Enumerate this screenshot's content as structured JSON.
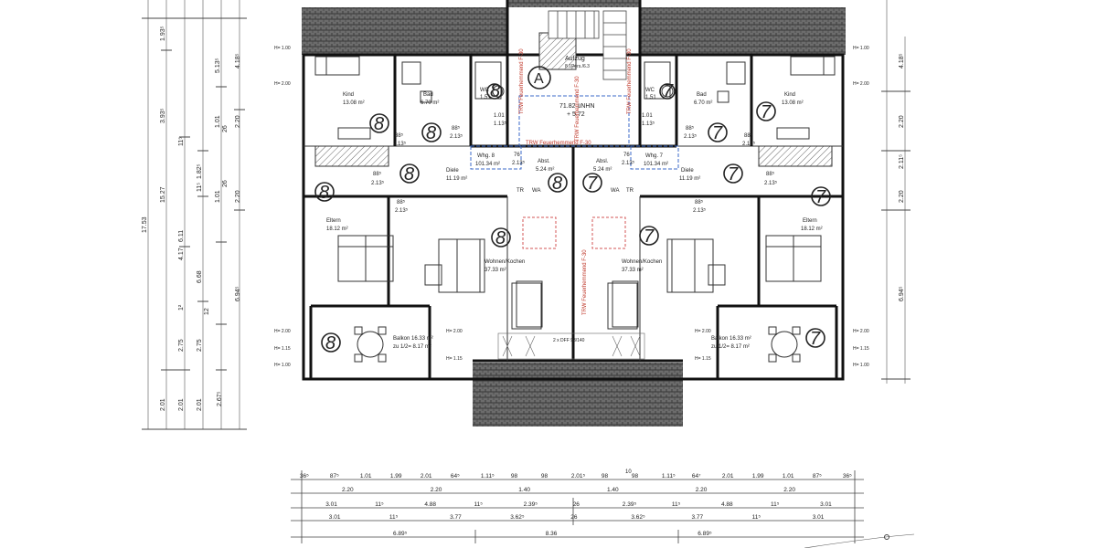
{
  "left_dims": {
    "col1": [
      "1.93⁵",
      "3.93⁵",
      "15.27",
      "6.11",
      "17.53",
      "2.01"
    ],
    "col2": [
      "11⁵",
      "11⁵",
      "1.82⁵",
      "4.17",
      "1²",
      "2.75",
      "2.01"
    ],
    "col3": [
      "5.13⁵",
      "1.01",
      "1.01",
      "6.68",
      "2.75",
      "2.01"
    ],
    "col4": [
      "4.18⁵",
      "26",
      "2.20",
      "26",
      "2.20",
      "12",
      "2.67⁵"
    ]
  },
  "level_marks": {
    "l1": "H= 1.00",
    "l2": "H= 2.00",
    "l3": "H= 2.00",
    "l4": "H= 1.15",
    "l5": "H= 1.00"
  },
  "rooms": {
    "left": {
      "kind_name": "Kind",
      "kind_area": "13.08 m²",
      "bad_name": "Bad",
      "bad_area": "6.70 m²",
      "diele_name": "Diele",
      "diele_area": "11.19 m²",
      "abstell_name": "Abst.",
      "abstell_area": "5.24 m²",
      "eltern_name": "Eltern",
      "eltern_area": "18.12 m²",
      "wohnen_name": "Wohnen/Kochen",
      "wohnen_area": "37.33 m²",
      "balkon_name": "Balkon 16.33 m²",
      "balkon_half": "zu 1/2= 8.17 m²",
      "whg_name": "Whg. 8",
      "whg_area": "101.34 m²",
      "wc": "WC",
      "wc_area": "1.51"
    },
    "right": {
      "kind_name": "Kind",
      "kind_area": "13.08 m²",
      "bad_name": "Bad",
      "bad_area": "6.70 m²",
      "diele_name": "Diele",
      "diele_area": "11.19 m²",
      "abstell_name": "Absl.",
      "abstell_area": "5.24 m²",
      "eltern_name": "Eltern",
      "eltern_area": "18.12 m²",
      "wohnen_name": "Wohnen/Kochen",
      "wohnen_area": "37.33 m²",
      "balkon_name": "Balkon 16.33 m²",
      "balkon_half": "zu 1/2= 8.17 m²",
      "whg_name": "Whg. 7",
      "whg_area": "101.34 m²",
      "wc": "WC",
      "wc_area": "1.51"
    }
  },
  "core": {
    "aufzug": "Aufzug",
    "aufzug_sub": "8.1Pers./6.3",
    "stair_label": "A",
    "height1": "71.82 üNHN",
    "height2": "+ 5.72",
    "fire_wall": "TRW Feuerhemmend F-30",
    "tr": "TR",
    "wa": "WA"
  },
  "door_dims": {
    "d1": "88⁵",
    "d2": "2.13⁵",
    "d3": "76",
    "d4": "1.01",
    "d5": "1.13⁵"
  },
  "unit_numbers": {
    "left": "8",
    "right": "7"
  },
  "bottom_dims": {
    "row1": [
      "36⁵",
      "87⁵",
      "1.01",
      "1.99",
      "2.01",
      "64⁵",
      "1.11⁵",
      "98",
      "98",
      "2.01⁵",
      "98",
      "98",
      "1.11⁵",
      "64⁷",
      "2.01",
      "1.99",
      "1.01",
      "87⁵",
      "36⁵"
    ],
    "row1_top": "10",
    "row2": [
      "2.20",
      "2.20",
      "1.40",
      "1.40",
      "2.20",
      "2.20"
    ],
    "row3": [
      "3.01",
      "11⁵",
      "4.88",
      "11⁵",
      "2.39⁵",
      "26",
      "2.39⁵",
      "11⁵",
      "4.88",
      "11⁵",
      "3.01"
    ],
    "row4": [
      "3.01",
      "11⁵",
      "3.77",
      "3.62⁵",
      "26",
      "3.62⁵",
      "3.77",
      "11⁵",
      "3.01"
    ],
    "row5": [
      "6.89⁵",
      "8.36",
      "6.89⁵"
    ]
  },
  "right_dims": [
    "4.18⁵",
    "2.20",
    "2.11⁵",
    "2.20",
    "6.94⁵"
  ],
  "left_dim_extra": [
    "6.94⁵"
  ],
  "window_label": "2 x DFF 98/140"
}
